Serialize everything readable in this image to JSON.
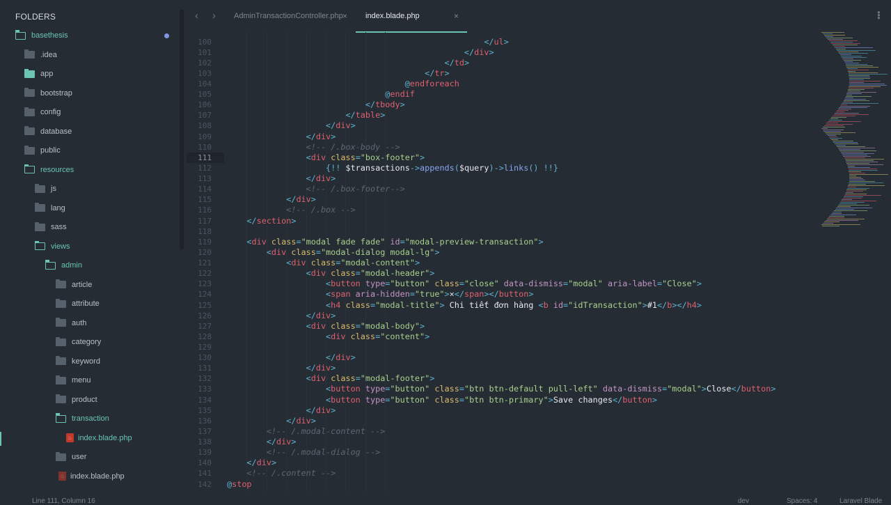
{
  "sidebar": {
    "title": "FOLDERS",
    "items": [
      {
        "label": "basethesis",
        "level": 0,
        "kind": "folder-open",
        "dirty": true
      },
      {
        "label": ".idea",
        "level": 1,
        "kind": "folder"
      },
      {
        "label": "app",
        "level": 1,
        "kind": "folder-teal"
      },
      {
        "label": "bootstrap",
        "level": 1,
        "kind": "folder"
      },
      {
        "label": "config",
        "level": 1,
        "kind": "folder"
      },
      {
        "label": "database",
        "level": 1,
        "kind": "folder"
      },
      {
        "label": "public",
        "level": 1,
        "kind": "folder"
      },
      {
        "label": "resources",
        "level": 1,
        "kind": "folder-open"
      },
      {
        "label": "js",
        "level": 2,
        "kind": "folder"
      },
      {
        "label": "lang",
        "level": 2,
        "kind": "folder"
      },
      {
        "label": "sass",
        "level": 2,
        "kind": "folder"
      },
      {
        "label": "views",
        "level": 2,
        "kind": "folder-open"
      },
      {
        "label": "admin",
        "level": 3,
        "kind": "folder-open"
      },
      {
        "label": "article",
        "level": 4,
        "kind": "folder"
      },
      {
        "label": "attribute",
        "level": 4,
        "kind": "folder"
      },
      {
        "label": "auth",
        "level": 4,
        "kind": "folder"
      },
      {
        "label": "category",
        "level": 4,
        "kind": "folder"
      },
      {
        "label": "keyword",
        "level": 4,
        "kind": "folder"
      },
      {
        "label": "menu",
        "level": 4,
        "kind": "folder"
      },
      {
        "label": "product",
        "level": 4,
        "kind": "folder"
      },
      {
        "label": "transaction",
        "level": 4,
        "kind": "folder-open"
      },
      {
        "label": "index.blade.php",
        "level": 5,
        "kind": "file",
        "active": true
      },
      {
        "label": "user",
        "level": 4,
        "kind": "folder"
      },
      {
        "label": "index.blade.php",
        "level": 3,
        "kind": "file"
      }
    ]
  },
  "tabs": [
    {
      "label": "AdminTransactionController.php",
      "active": false,
      "close": "×"
    },
    {
      "label": "index.blade.php",
      "active": true,
      "close": "×"
    }
  ],
  "nav": {
    "back": "‹",
    "forward": "›"
  },
  "colors": {
    "accent": "#6cc4b3",
    "background": "#252c33",
    "dirty": "#7f95e6"
  },
  "editor": {
    "first_line": 100,
    "current_line": 111,
    "lines": [
      [
        [
          "p",
          "                                                    </"
        ],
        [
          "t",
          "ul"
        ],
        [
          "p",
          ">"
        ]
      ],
      [
        [
          "p",
          "                                                </"
        ],
        [
          "t",
          "div"
        ],
        [
          "p",
          ">"
        ]
      ],
      [
        [
          "p",
          "                                            </"
        ],
        [
          "t",
          "td"
        ],
        [
          "p",
          ">"
        ]
      ],
      [
        [
          "p",
          "                                        </"
        ],
        [
          "t",
          "tr"
        ],
        [
          "p",
          ">"
        ]
      ],
      [
        [
          "p",
          "                                    @"
        ],
        [
          "t",
          "endforeach"
        ]
      ],
      [
        [
          "p",
          "                                @"
        ],
        [
          "t",
          "endif"
        ]
      ],
      [
        [
          "p",
          "                            </"
        ],
        [
          "t",
          "tbody"
        ],
        [
          "p",
          ">"
        ]
      ],
      [
        [
          "p",
          "                        </"
        ],
        [
          "t",
          "table"
        ],
        [
          "p",
          ">"
        ]
      ],
      [
        [
          "p",
          "                    </"
        ],
        [
          "t",
          "div"
        ],
        [
          "p",
          ">"
        ]
      ],
      [
        [
          "p",
          "                </"
        ],
        [
          "t",
          "div"
        ],
        [
          "p",
          ">"
        ]
      ],
      [
        [
          "c",
          "                <!-- /.box-body -->"
        ]
      ],
      [
        [
          "p",
          "                <"
        ],
        [
          "t",
          "div"
        ],
        [
          "a",
          " class"
        ],
        [
          "p",
          "="
        ],
        [
          "s",
          "\"box-footer\""
        ],
        [
          "p",
          ">"
        ]
      ],
      [
        [
          "p",
          "                    {!! "
        ],
        [
          "v",
          "$transactions"
        ],
        [
          "p",
          "->"
        ],
        [
          "f",
          "appends"
        ],
        [
          "p",
          "("
        ],
        [
          "v",
          "$query"
        ],
        [
          "p",
          ")->"
        ],
        [
          "f",
          "links"
        ],
        [
          "p",
          "() !!}"
        ]
      ],
      [
        [
          "p",
          "                </"
        ],
        [
          "t",
          "div"
        ],
        [
          "p",
          ">"
        ]
      ],
      [
        [
          "c",
          "                <!-- /.box-footer-->"
        ]
      ],
      [
        [
          "p",
          "            </"
        ],
        [
          "t",
          "div"
        ],
        [
          "p",
          ">"
        ]
      ],
      [
        [
          "c",
          "            <!-- /.box -->"
        ]
      ],
      [
        [
          "p",
          "    </"
        ],
        [
          "t",
          "section"
        ],
        [
          "p",
          ">"
        ]
      ],
      [],
      [
        [
          "p",
          "    <"
        ],
        [
          "t",
          "div"
        ],
        [
          "a",
          " class"
        ],
        [
          "p",
          "="
        ],
        [
          "s",
          "\"modal fade fade\""
        ],
        [
          "a2",
          " id"
        ],
        [
          "p",
          "="
        ],
        [
          "s",
          "\"modal-preview-transaction\""
        ],
        [
          "p",
          ">"
        ]
      ],
      [
        [
          "p",
          "        <"
        ],
        [
          "t",
          "div"
        ],
        [
          "a",
          " class"
        ],
        [
          "p",
          "="
        ],
        [
          "s",
          "\"modal-dialog modal-lg\""
        ],
        [
          "p",
          ">"
        ]
      ],
      [
        [
          "p",
          "            <"
        ],
        [
          "t",
          "div"
        ],
        [
          "a",
          " class"
        ],
        [
          "p",
          "="
        ],
        [
          "s",
          "\"modal-content\""
        ],
        [
          "p",
          ">"
        ]
      ],
      [
        [
          "p",
          "                <"
        ],
        [
          "t",
          "div"
        ],
        [
          "a",
          " class"
        ],
        [
          "p",
          "="
        ],
        [
          "s",
          "\"modal-header\""
        ],
        [
          "p",
          ">"
        ]
      ],
      [
        [
          "p",
          "                    <"
        ],
        [
          "t",
          "button"
        ],
        [
          "a2",
          " type"
        ],
        [
          "p",
          "="
        ],
        [
          "s",
          "\"button\""
        ],
        [
          "a",
          " class"
        ],
        [
          "p",
          "="
        ],
        [
          "s",
          "\"close\""
        ],
        [
          "a2",
          " data-dismiss"
        ],
        [
          "p",
          "="
        ],
        [
          "s",
          "\"modal\""
        ],
        [
          "a2",
          " aria-label"
        ],
        [
          "p",
          "="
        ],
        [
          "s",
          "\"Close\""
        ],
        [
          "p",
          ">"
        ]
      ],
      [
        [
          "p",
          "                    <"
        ],
        [
          "t",
          "span"
        ],
        [
          "a2",
          " aria-hidden"
        ],
        [
          "p",
          "="
        ],
        [
          "s",
          "\"true\""
        ],
        [
          "p",
          ">"
        ],
        [
          "x",
          "×"
        ],
        [
          "p",
          "</"
        ],
        [
          "t",
          "span"
        ],
        [
          "p",
          "></"
        ],
        [
          "t",
          "button"
        ],
        [
          "p",
          ">"
        ]
      ],
      [
        [
          "p",
          "                    <"
        ],
        [
          "t",
          "h4"
        ],
        [
          "a",
          " class"
        ],
        [
          "p",
          "="
        ],
        [
          "s",
          "\"modal-title\""
        ],
        [
          "p",
          ">"
        ],
        [
          "x",
          " Chi tiết đơn hàng "
        ],
        [
          "p",
          "<"
        ],
        [
          "t",
          "b"
        ],
        [
          "a2",
          " id"
        ],
        [
          "p",
          "="
        ],
        [
          "s",
          "\"idTransaction\""
        ],
        [
          "p",
          ">"
        ],
        [
          "x",
          "#1"
        ],
        [
          "p",
          "</"
        ],
        [
          "t",
          "b"
        ],
        [
          "p",
          "></"
        ],
        [
          "t",
          "h4"
        ],
        [
          "p",
          ">"
        ]
      ],
      [
        [
          "p",
          "                </"
        ],
        [
          "t",
          "div"
        ],
        [
          "p",
          ">"
        ]
      ],
      [
        [
          "p",
          "                <"
        ],
        [
          "t",
          "div"
        ],
        [
          "a",
          " class"
        ],
        [
          "p",
          "="
        ],
        [
          "s",
          "\"modal-body\""
        ],
        [
          "p",
          ">"
        ]
      ],
      [
        [
          "p",
          "                    <"
        ],
        [
          "t",
          "div"
        ],
        [
          "a",
          " class"
        ],
        [
          "p",
          "="
        ],
        [
          "s",
          "\"content\""
        ],
        [
          "p",
          ">"
        ]
      ],
      [],
      [
        [
          "p",
          "                    </"
        ],
        [
          "t",
          "div"
        ],
        [
          "p",
          ">"
        ]
      ],
      [
        [
          "p",
          "                </"
        ],
        [
          "t",
          "div"
        ],
        [
          "p",
          ">"
        ]
      ],
      [
        [
          "p",
          "                <"
        ],
        [
          "t",
          "div"
        ],
        [
          "a",
          " class"
        ],
        [
          "p",
          "="
        ],
        [
          "s",
          "\"modal-footer\""
        ],
        [
          "p",
          ">"
        ]
      ],
      [
        [
          "p",
          "                    <"
        ],
        [
          "t",
          "button"
        ],
        [
          "a2",
          " type"
        ],
        [
          "p",
          "="
        ],
        [
          "s",
          "\"button\""
        ],
        [
          "a",
          " class"
        ],
        [
          "p",
          "="
        ],
        [
          "s",
          "\"btn btn-default pull-left\""
        ],
        [
          "a2",
          " data-dismiss"
        ],
        [
          "p",
          "="
        ],
        [
          "s",
          "\"modal\""
        ],
        [
          "p",
          ">"
        ],
        [
          "x",
          "Close"
        ],
        [
          "p",
          "</"
        ],
        [
          "t",
          "button"
        ],
        [
          "p",
          ">"
        ]
      ],
      [
        [
          "p",
          "                    <"
        ],
        [
          "t",
          "button"
        ],
        [
          "a2",
          " type"
        ],
        [
          "p",
          "="
        ],
        [
          "s",
          "\"button\""
        ],
        [
          "a",
          " class"
        ],
        [
          "p",
          "="
        ],
        [
          "s",
          "\"btn btn-primary\""
        ],
        [
          "p",
          ">"
        ],
        [
          "x",
          "Save changes"
        ],
        [
          "p",
          "</"
        ],
        [
          "t",
          "button"
        ],
        [
          "p",
          ">"
        ]
      ],
      [
        [
          "p",
          "                </"
        ],
        [
          "t",
          "div"
        ],
        [
          "p",
          ">"
        ]
      ],
      [
        [
          "p",
          "            </"
        ],
        [
          "t",
          "div"
        ],
        [
          "p",
          ">"
        ]
      ],
      [
        [
          "c",
          "        <!-- /.modal-content -->"
        ]
      ],
      [
        [
          "p",
          "        </"
        ],
        [
          "t",
          "div"
        ],
        [
          "p",
          ">"
        ]
      ],
      [
        [
          "c",
          "        <!-- /.modal-dialog -->"
        ]
      ],
      [
        [
          "p",
          "    </"
        ],
        [
          "t",
          "div"
        ],
        [
          "p",
          ">"
        ]
      ],
      [
        [
          "c",
          "    <!-- /.content -->"
        ]
      ],
      [
        [
          "p",
          "@"
        ],
        [
          "t",
          "stop"
        ]
      ]
    ]
  },
  "statusbar": {
    "position": "Line 111, Column 16",
    "branch": "dev",
    "indent": "Spaces: 4",
    "syntax": "Laravel Blade"
  }
}
